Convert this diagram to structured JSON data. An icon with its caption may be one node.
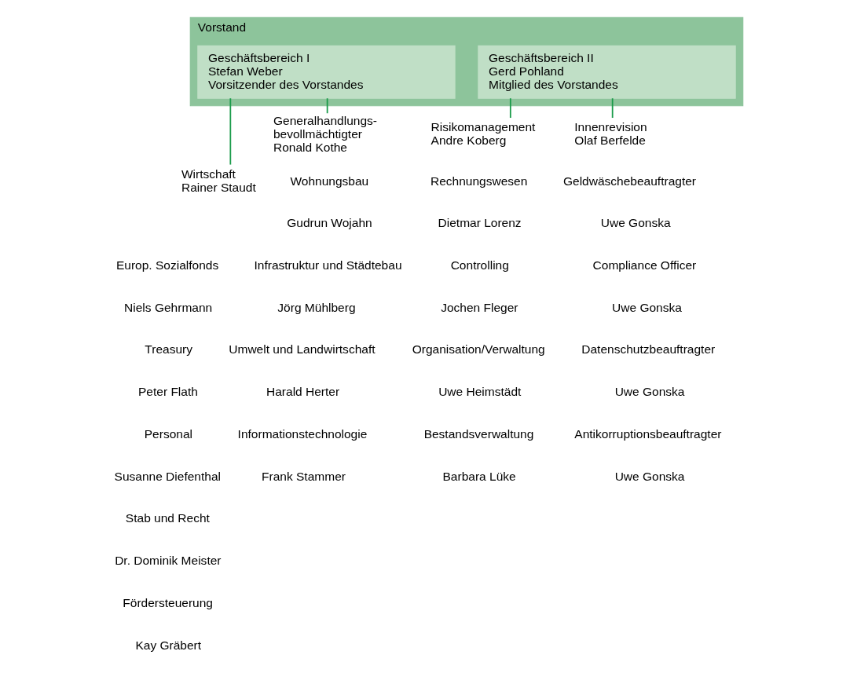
{
  "diagram": {
    "nodes": [
      {
        "text": [
          "Vorstand"
        ]
      },
      {
        "text": [
          "Geschäftsbereich I",
          "Stefan Weber",
          "Vorsitzender des Vorstandes"
        ],
        "in": 0
      },
      {
        "text": [
          "Geschäftsbereich II",
          "Gerd Pohland",
          "Mitglied des Vorstandes"
        ],
        "in": 0
      },
      {
        "text": [
          "Generalhandlungs-",
          "bevollmächtigter",
          "Ronald Kothe"
        ]
      },
      {
        "text": [
          "Risikomanagement",
          "Andre Koberg"
        ]
      },
      {
        "text": [
          "Innenrevision",
          "Olaf Berfelde"
        ]
      },
      {
        "text": [
          "Wirtschaft",
          "Rainer Staudt"
        ]
      }
    ],
    "edges": [
      {
        "from": 1,
        "to": 6,
        "arrow": "none"
      },
      {
        "from": 1,
        "to": 3,
        "arrow": "none"
      },
      {
        "from": 2,
        "to": 4,
        "arrow": "none"
      },
      {
        "from": 2,
        "to": 5,
        "arrow": "none"
      }
    ],
    "labels": [
      "Wohnungsbau",
      "Gudrun Wojahn",
      "Rechnungswesen",
      "Dietmar Lorenz",
      "Geldwäschebeauftragter",
      "Uwe Gonska",
      "Europ. Sozialfonds",
      "Niels Gehrmann",
      "Infrastruktur und Städtebau",
      "Jörg Mühlberg",
      "Controlling",
      "Jochen Fleger",
      "Compliance Officer",
      "Uwe Gonska",
      "Treasury",
      "Peter Flath",
      "Umwelt und Landwirtschaft",
      "Harald Herter",
      "Organisation/Verwaltung",
      "Uwe Heimstädt",
      "Datenschutzbeauftragter",
      "Uwe Gonska",
      "Personal",
      "Susanne Diefenthal",
      "Informationstechnologie",
      "Frank Stammer",
      "Bestandsverwaltung",
      "Barbara Lüke",
      "Antikorruptionsbeauftragter",
      "Uwe Gonska",
      "Stab und Recht",
      "Dr. Dominik Meister",
      "Fördersteuerung",
      "Kay Gräbert"
    ]
  }
}
